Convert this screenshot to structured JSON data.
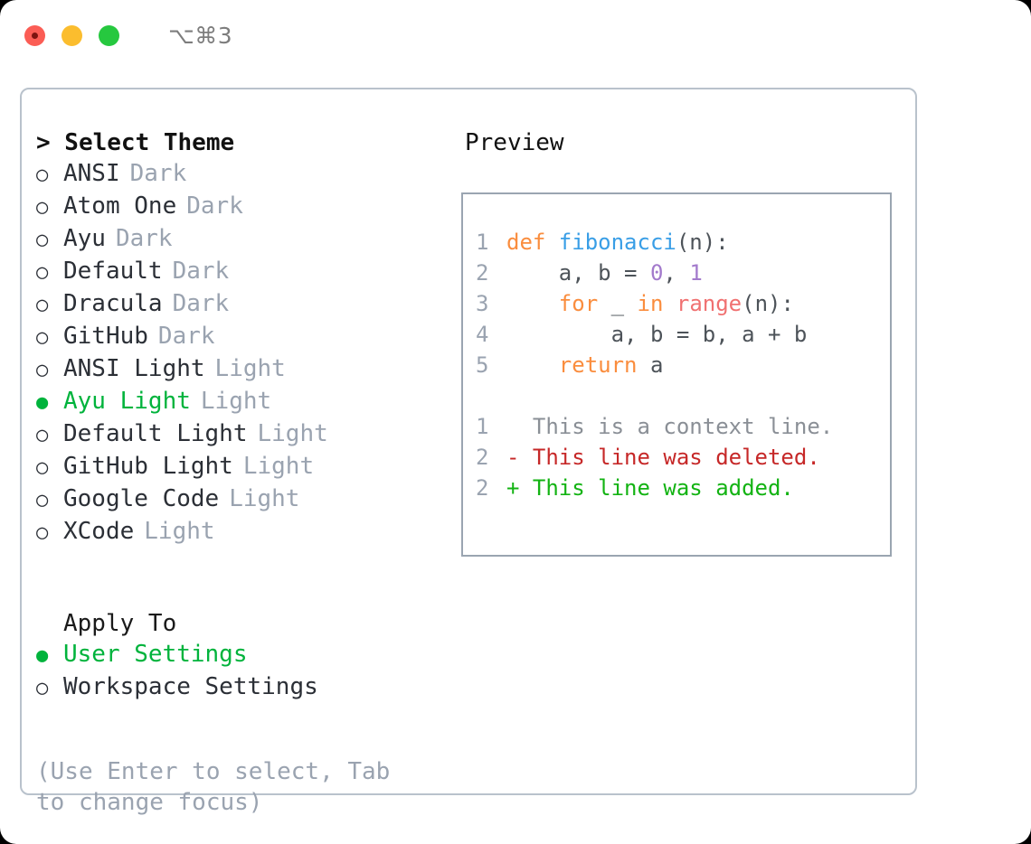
{
  "titlebar": {
    "shortcut": "⌥⌘3",
    "dots": [
      "close-red",
      "minimize-yellow",
      "maximize-green"
    ]
  },
  "left": {
    "section_title": "> Select Theme",
    "bullet_selected": "●",
    "bullet_unselected": "○",
    "themes": [
      {
        "label": "ANSI",
        "tag": "Dark",
        "selected": false
      },
      {
        "label": "Atom One",
        "tag": "Dark",
        "selected": false
      },
      {
        "label": "Ayu",
        "tag": "Dark",
        "selected": false
      },
      {
        "label": "Default",
        "tag": "Dark",
        "selected": false
      },
      {
        "label": "Dracula",
        "tag": "Dark",
        "selected": false
      },
      {
        "label": "GitHub",
        "tag": "Dark",
        "selected": false
      },
      {
        "label": "ANSI Light",
        "tag": "Light",
        "selected": false
      },
      {
        "label": "Ayu Light",
        "tag": "Light",
        "selected": true
      },
      {
        "label": "Default Light",
        "tag": "Light",
        "selected": false
      },
      {
        "label": "GitHub Light",
        "tag": "Light",
        "selected": false
      },
      {
        "label": "Google Code",
        "tag": "Light",
        "selected": false
      },
      {
        "label": "XCode",
        "tag": "Light",
        "selected": false
      }
    ],
    "apply_title": "Apply To",
    "apply_options": [
      {
        "label": "User Settings",
        "selected": true
      },
      {
        "label": "Workspace Settings",
        "selected": false
      }
    ],
    "hint": "(Use Enter to select, Tab to change focus)"
  },
  "preview": {
    "title": "Preview",
    "code": [
      {
        "lno": "1",
        "tokens": [
          {
            "t": "def ",
            "c": "kw"
          },
          {
            "t": "fibonacci",
            "c": "fn"
          },
          {
            "t": "(n):",
            "c": ""
          }
        ]
      },
      {
        "lno": "2",
        "tokens": [
          {
            "t": "    a, b = ",
            "c": ""
          },
          {
            "t": "0",
            "c": "num"
          },
          {
            "t": ", ",
            "c": ""
          },
          {
            "t": "1",
            "c": "num"
          }
        ]
      },
      {
        "lno": "3",
        "tokens": [
          {
            "t": "    ",
            "c": ""
          },
          {
            "t": "for",
            "c": "kw"
          },
          {
            "t": " _ ",
            "c": ""
          },
          {
            "t": "in",
            "c": "kw"
          },
          {
            "t": " ",
            "c": ""
          },
          {
            "t": "range",
            "c": "bi"
          },
          {
            "t": "(n):",
            "c": ""
          }
        ]
      },
      {
        "lno": "4",
        "tokens": [
          {
            "t": "        a, b = b, a + b",
            "c": ""
          }
        ]
      },
      {
        "lno": "5",
        "tokens": [
          {
            "t": "    ",
            "c": ""
          },
          {
            "t": "return",
            "c": "kw"
          },
          {
            "t": " a",
            "c": ""
          }
        ]
      }
    ],
    "diff": [
      {
        "lno": "1",
        "marker": " ",
        "text": " This is a context line.",
        "kind": "ctx"
      },
      {
        "lno": "2",
        "marker": "-",
        "text": " This line was deleted.",
        "kind": "del"
      },
      {
        "lno": "2",
        "marker": "+",
        "text": " This line was added.",
        "kind": "add"
      }
    ]
  },
  "colors": {
    "accent_green": "#00b33c",
    "muted": "#9aa3b0",
    "keyword": "#fa8d3e",
    "function": "#399ee6",
    "number": "#a37acc",
    "builtin": "#f07171",
    "diff_deleted": "#c62828",
    "diff_added": "#13b313",
    "border": "#b9c2cc"
  }
}
